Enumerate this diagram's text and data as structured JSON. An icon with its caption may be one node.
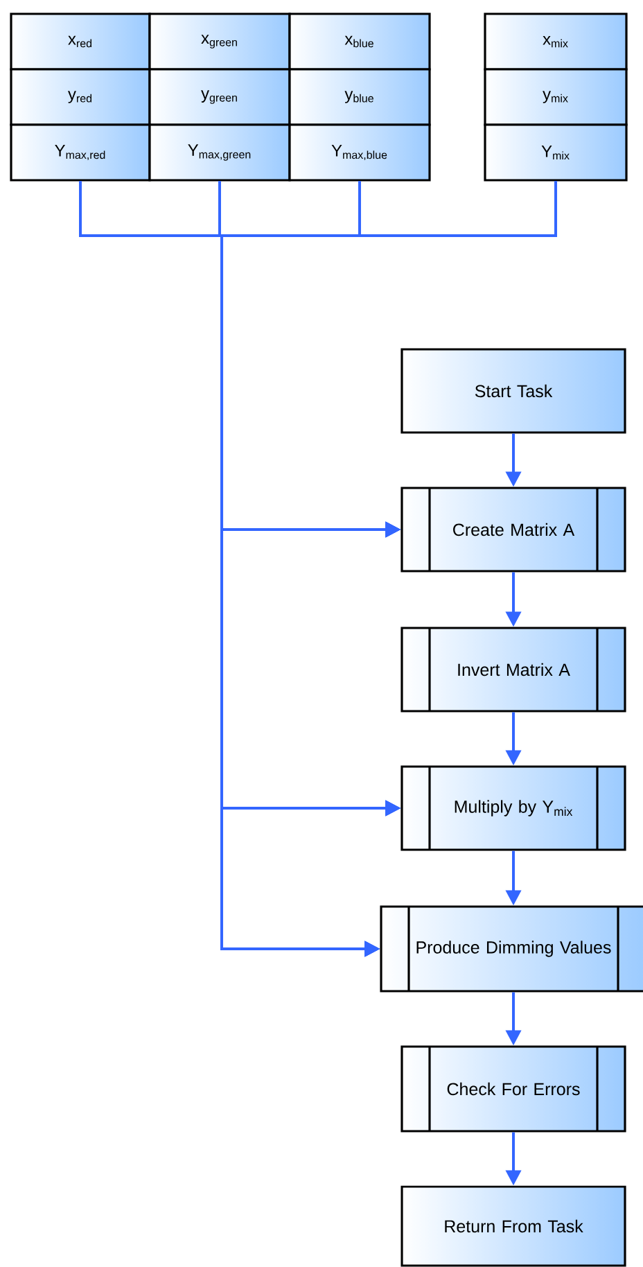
{
  "diagram": {
    "nodes": [
      {
        "text": [
          "x$_{red}$"
        ]
      },
      {
        "text": [
          "x$_{green}$"
        ]
      },
      {
        "text": [
          "x$_{blue}$"
        ]
      },
      {
        "text": [
          "x$_{mix}$"
        ]
      },
      {
        "text": [
          "y$_{red}$"
        ]
      },
      {
        "text": [
          "y$_{green}$"
        ]
      },
      {
        "text": [
          "y$_{blue}$"
        ]
      },
      {
        "text": [
          "y$_{mix}$"
        ]
      },
      {
        "text": [
          "Y$_{max,red}$"
        ]
      },
      {
        "text": [
          "Y$_{max,green}$"
        ]
      },
      {
        "text": [
          "Y$_{max,blue}$"
        ]
      },
      {
        "text": [
          "Y$_{mix}$"
        ]
      },
      {
        "text": [
          "Start Task"
        ]
      },
      {
        "text": [
          "Create Matrix A"
        ]
      },
      {
        "text": [
          "Invert Matrix A"
        ]
      },
      {
        "text": [
          "Multiply by Y$_{mix}$"
        ]
      },
      {
        "text": [
          "Produce Dimming Values"
        ]
      },
      {
        "text": [
          "Check For Errors"
        ]
      },
      {
        "text": [
          "Return From Task"
        ]
      }
    ],
    "edges": [
      {
        "from": 8,
        "to": 13,
        "arrow": "to"
      },
      {
        "from": 9,
        "to": 13,
        "arrow": "to"
      },
      {
        "from": 10,
        "to": 13,
        "arrow": "to"
      },
      {
        "from": 11,
        "to": 13,
        "arrow": "to"
      },
      {
        "from": 8,
        "to": 15,
        "arrow": "to"
      },
      {
        "from": 9,
        "to": 15,
        "arrow": "to"
      },
      {
        "from": 10,
        "to": 15,
        "arrow": "to"
      },
      {
        "from": 11,
        "to": 15,
        "arrow": "to"
      },
      {
        "from": 8,
        "to": 16,
        "arrow": "to"
      },
      {
        "from": 9,
        "to": 16,
        "arrow": "to"
      },
      {
        "from": 10,
        "to": 16,
        "arrow": "to"
      },
      {
        "from": 11,
        "to": 16,
        "arrow": "to"
      },
      {
        "from": 12,
        "to": 13,
        "arrow": "to"
      },
      {
        "from": 13,
        "to": 14,
        "arrow": "to"
      },
      {
        "from": 14,
        "to": 15,
        "arrow": "to"
      },
      {
        "from": 15,
        "to": 16,
        "arrow": "to"
      },
      {
        "from": 16,
        "to": 17,
        "arrow": "to"
      },
      {
        "from": 17,
        "to": 18,
        "arrow": "to"
      }
    ]
  }
}
